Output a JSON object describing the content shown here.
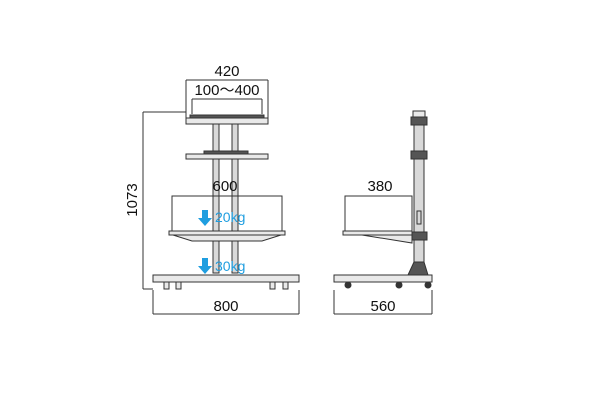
{
  "front_view": {
    "width_top": "420",
    "vesa_range": "100〜400",
    "shelf_width": "600",
    "height": "1073",
    "base_width": "800",
    "shelf_load": "20kg",
    "base_load": "30kg"
  },
  "side_view": {
    "shelf_depth": "380",
    "base_depth": "560"
  },
  "colors": {
    "line": "#333333",
    "pole_fill": "#d9d9d9",
    "shelf_fill": "#e9e9e9",
    "dark_part": "#555555",
    "load_arrow": "#1f9ee0",
    "load_text": "#1f9ee0"
  },
  "icons": {
    "load_arrow": "down-arrow-icon"
  }
}
